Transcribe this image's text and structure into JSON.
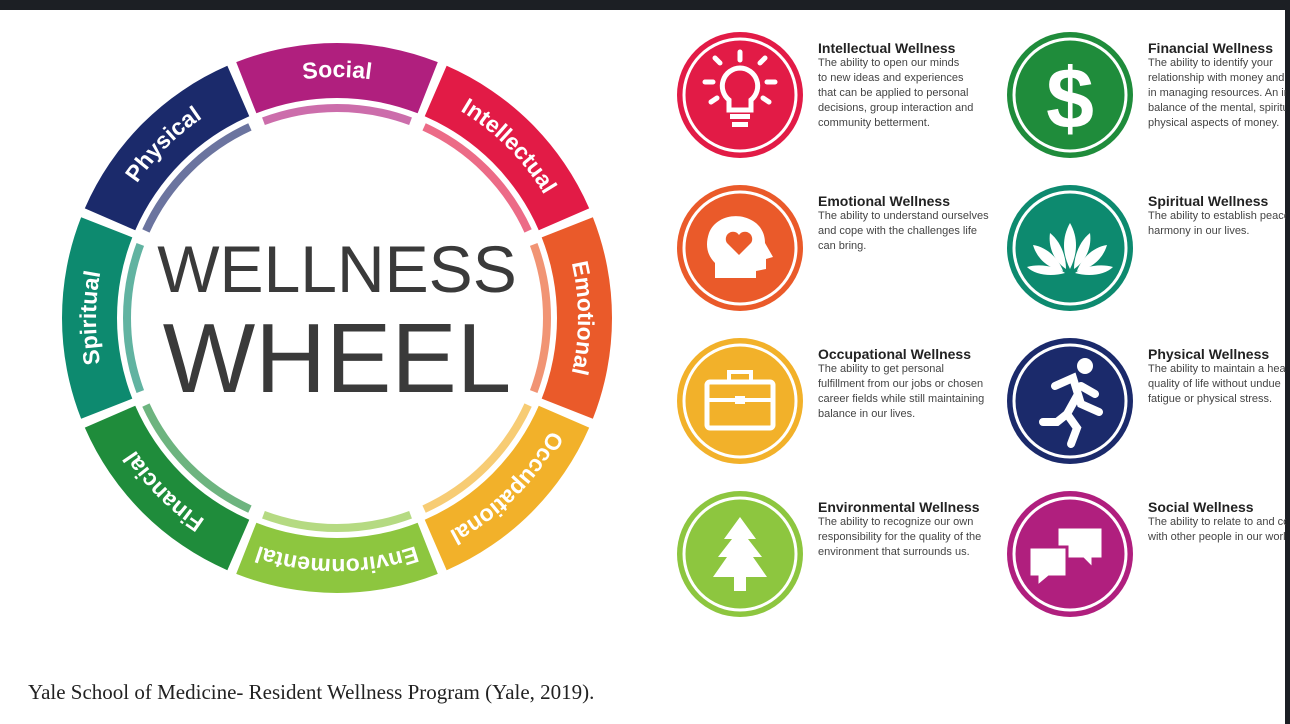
{
  "wheel": {
    "title_line1": "WELLNESS",
    "title_line2": "WHEEL",
    "segments": [
      {
        "label": "Social",
        "color": "#b01f7e"
      },
      {
        "label": "Intellectual",
        "color": "#e21b46"
      },
      {
        "label": "Emotional",
        "color": "#ea5a2a"
      },
      {
        "label": "Occupational",
        "color": "#f2b12a"
      },
      {
        "label": "Environmental",
        "color": "#8dc63f"
      },
      {
        "label": "Financial",
        "color": "#1f8c3b"
      },
      {
        "label": "Spiritual",
        "color": "#0d8a6f"
      },
      {
        "label": "Physical",
        "color": "#1b2a6b"
      }
    ]
  },
  "items": [
    {
      "title": "Intellectual Wellness",
      "desc": "The ability to open our minds\nto new ideas and experiences\nthat can be applied to personal\ndecisions, group interaction and\ncommunity betterment.",
      "icon": "lightbulb-icon",
      "color": "#e21b46"
    },
    {
      "title": "Financial Wellness",
      "desc": "The ability to identify your\nrelationship with money and s\nin managing resources. An int\nbalance of the mental, spiritua\nphysical aspects of money.",
      "icon": "dollar-icon",
      "color": "#1f8c3b"
    },
    {
      "title": "Emotional Wellness",
      "desc": "The ability to understand ourselves\nand cope with the challenges life\ncan bring.",
      "icon": "head-heart-icon",
      "color": "#ea5a2a"
    },
    {
      "title": "Spiritual Wellness",
      "desc": "The ability to establish peace a\nharmony in our lives.",
      "icon": "lotus-icon",
      "color": "#0d8a6f"
    },
    {
      "title": "Occupational Wellness",
      "desc": "The ability to get personal\nfulfillment from our jobs or chosen\ncareer fields while still maintaining\nbalance in our lives.",
      "icon": "briefcase-icon",
      "color": "#f2b12a"
    },
    {
      "title": "Physical Wellness",
      "desc": "The ability to maintain a health\nquality of life without undue\nfatigue or physical stress.",
      "icon": "runner-icon",
      "color": "#1b2a6b"
    },
    {
      "title": "Environmental Wellness",
      "desc": "The ability to recognize our own\nresponsibility for the quality of the\nenvironment that surrounds us.",
      "icon": "tree-icon",
      "color": "#8dc63f"
    },
    {
      "title": "Social Wellness",
      "desc": "The ability to relate to and con\nwith other people in our world",
      "icon": "chat-bubbles-icon",
      "color": "#b01f7e"
    }
  ],
  "caption": "Yale School of Medicine- Resident Wellness Program (Yale, 2019)."
}
